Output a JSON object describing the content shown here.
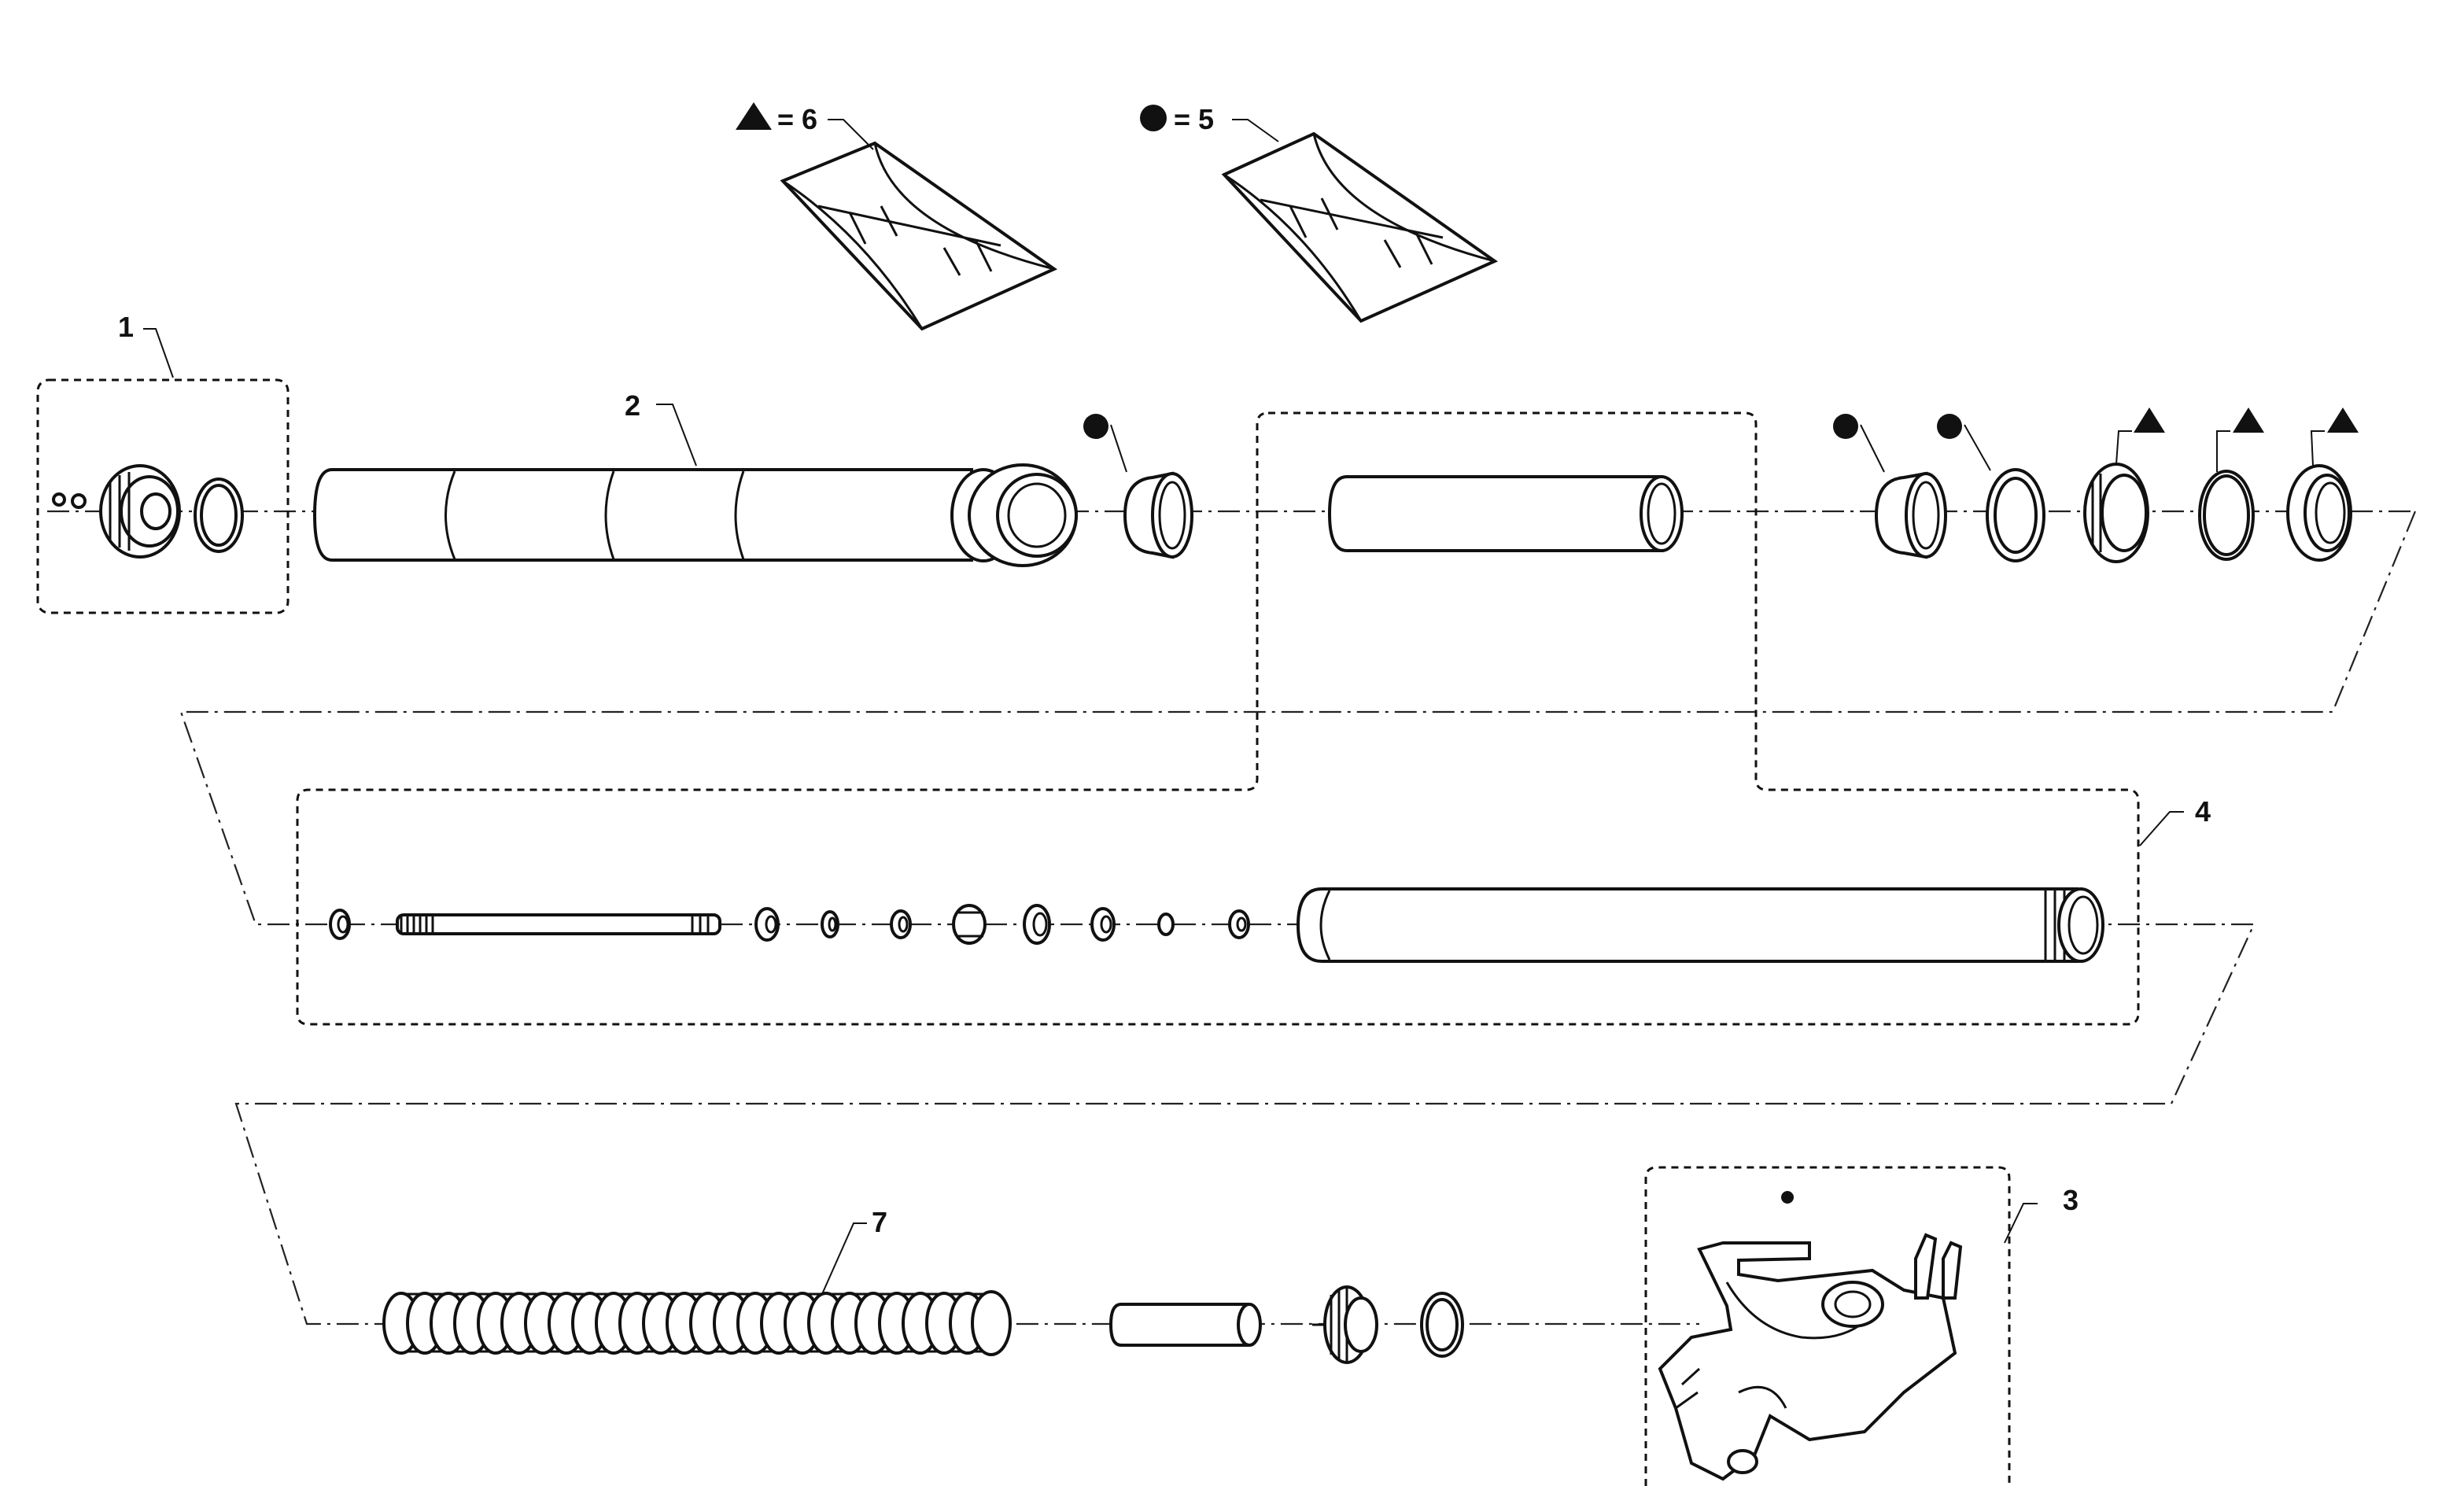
{
  "diagram": {
    "callouts": [
      {
        "id": "1",
        "text": "1"
      },
      {
        "id": "2",
        "text": "2"
      },
      {
        "id": "3",
        "text": "3"
      },
      {
        "id": "4",
        "text": "4"
      },
      {
        "id": "7",
        "text": "7"
      }
    ],
    "legend": [
      {
        "symbol": "triangle",
        "text": "= 6"
      },
      {
        "symbol": "circle",
        "text": "= 5"
      }
    ],
    "symbol_markers": {
      "circle_count": 3,
      "triangle_count": 3
    },
    "colors": {
      "line": "#111111",
      "background": "#ffffff"
    }
  }
}
